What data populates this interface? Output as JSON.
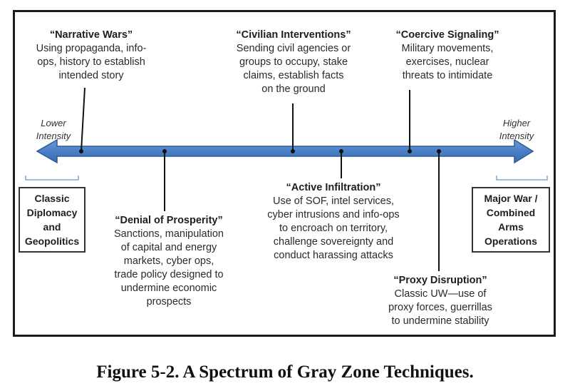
{
  "intensity": {
    "lower": "Lower\nIntensity",
    "higher": "Higher\nIntensity"
  },
  "end_boxes": {
    "left": "Classic\nDiplomacy\nand\nGeopolitics",
    "right": "Major War /\nCombined\nArms\nOperations"
  },
  "techniques": {
    "narrative_wars": {
      "title": "“Narrative Wars”",
      "desc": "Using propaganda, info-\nops, history to establish\nintended story"
    },
    "civilian_interventions": {
      "title": "“Civilian Interventions”",
      "desc": "Sending civil agencies or\ngroups to occupy, stake\nclaims, establish facts\non the ground"
    },
    "coercive_signaling": {
      "title": "“Coercive Signaling”",
      "desc": "Military movements,\nexercises, nuclear\nthreats to intimidate"
    },
    "denial_of_prosperity": {
      "title": "“Denial of Prosperity”",
      "desc": "Sanctions, manipulation\nof capital and energy\nmarkets, cyber ops,\ntrade policy designed to\nundermine economic\nprospects"
    },
    "active_infiltration": {
      "title": "“Active Infiltration”",
      "desc": "Use of SOF, intel services,\ncyber intrusions and info-ops\nto encroach on territory,\nchallenge sovereignty and\nconduct harassing attacks"
    },
    "proxy_disruption": {
      "title": "“Proxy Disruption”",
      "desc": "Classic UW—use of\nproxy forces, guerrillas\nto undermine stability"
    }
  },
  "caption": "Figure 5-2. A Spectrum of Gray Zone Techniques.",
  "colors": {
    "arrow": "#4a7fc6",
    "arrow_edge": "#2e5a96",
    "line": "#111111"
  }
}
